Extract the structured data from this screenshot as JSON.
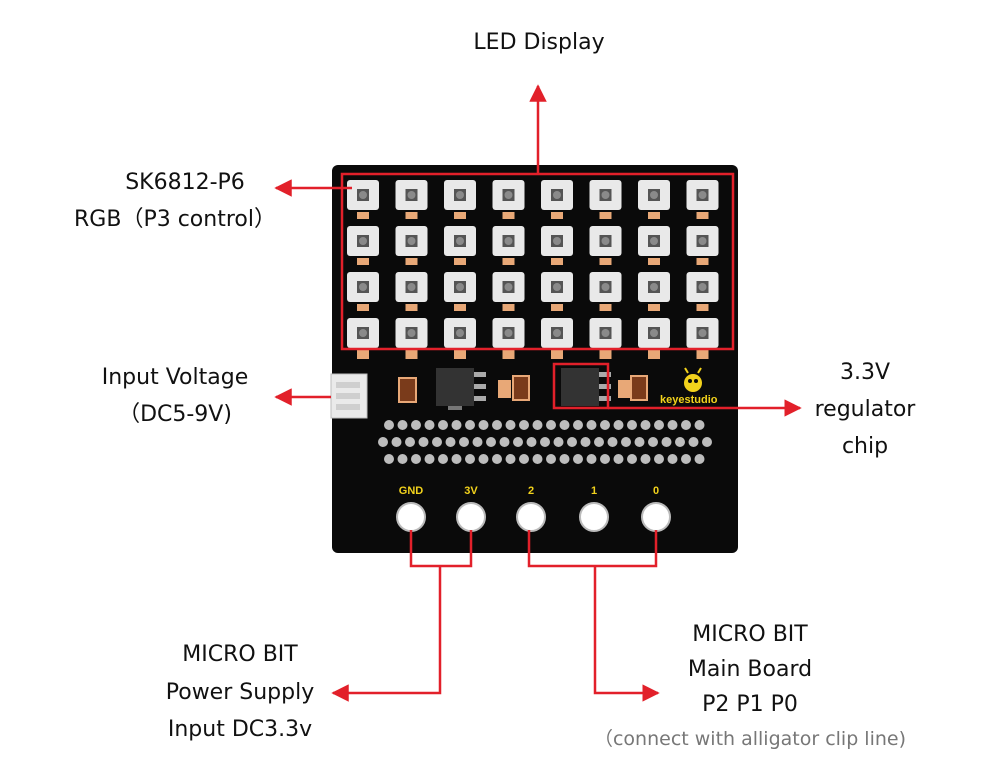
{
  "labels": {
    "led_display": "LED Display",
    "sk6812_line1": "SK6812-P6",
    "sk6812_line2": "RGB（P3 control）",
    "input_voltage_line1": "Input  Voltage",
    "input_voltage_line2": "（DC5-9V)",
    "regulator_line1": "3.3V",
    "regulator_line2": "regulator",
    "regulator_line3": "chip",
    "power_line1": "MICRO BIT",
    "power_line2": "Power Supply",
    "power_line3": "Input DC3.3v",
    "mainboard_line1": "MICRO BIT",
    "mainboard_line2": "Main Board",
    "mainboard_line3": "P2 P1 P0",
    "mainboard_note": "（connect with alligator clip line)"
  },
  "board": {
    "pins": [
      "GND",
      "3V",
      "2",
      "1",
      "0"
    ],
    "brand": "keyestudio",
    "led_rows": 4,
    "led_cols": 8
  },
  "colors": {
    "board": "#0a0a0a",
    "arrow": "#e2202a",
    "led_body": "#e9e9e9",
    "resistor": "#e8a877",
    "silk": "#f2d21c"
  }
}
